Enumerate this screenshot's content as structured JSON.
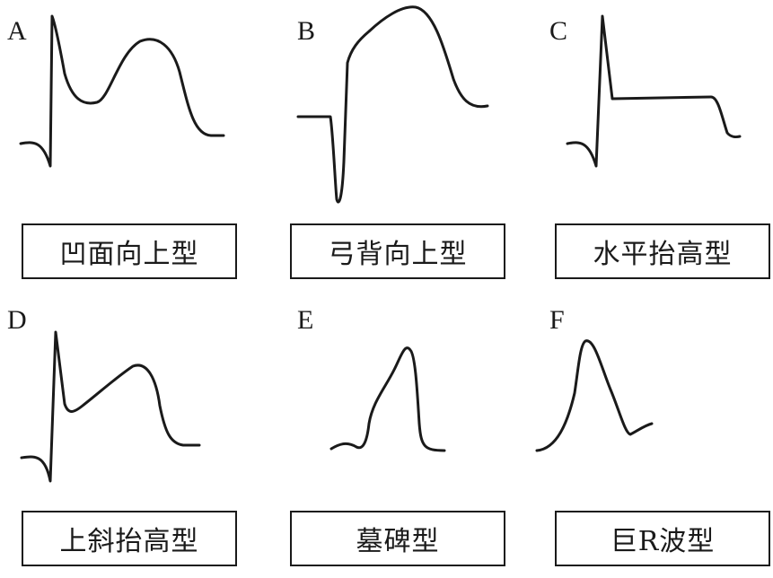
{
  "panels": [
    {
      "letter": "A",
      "label": "凹面向上型"
    },
    {
      "letter": "B",
      "label": "弓背向上型"
    },
    {
      "letter": "C",
      "label": "水平抬高型"
    },
    {
      "letter": "D",
      "label": "上斜抬高型"
    },
    {
      "letter": "E",
      "label": "墓碑型"
    },
    {
      "letter": "F",
      "label": "巨R波型"
    }
  ]
}
